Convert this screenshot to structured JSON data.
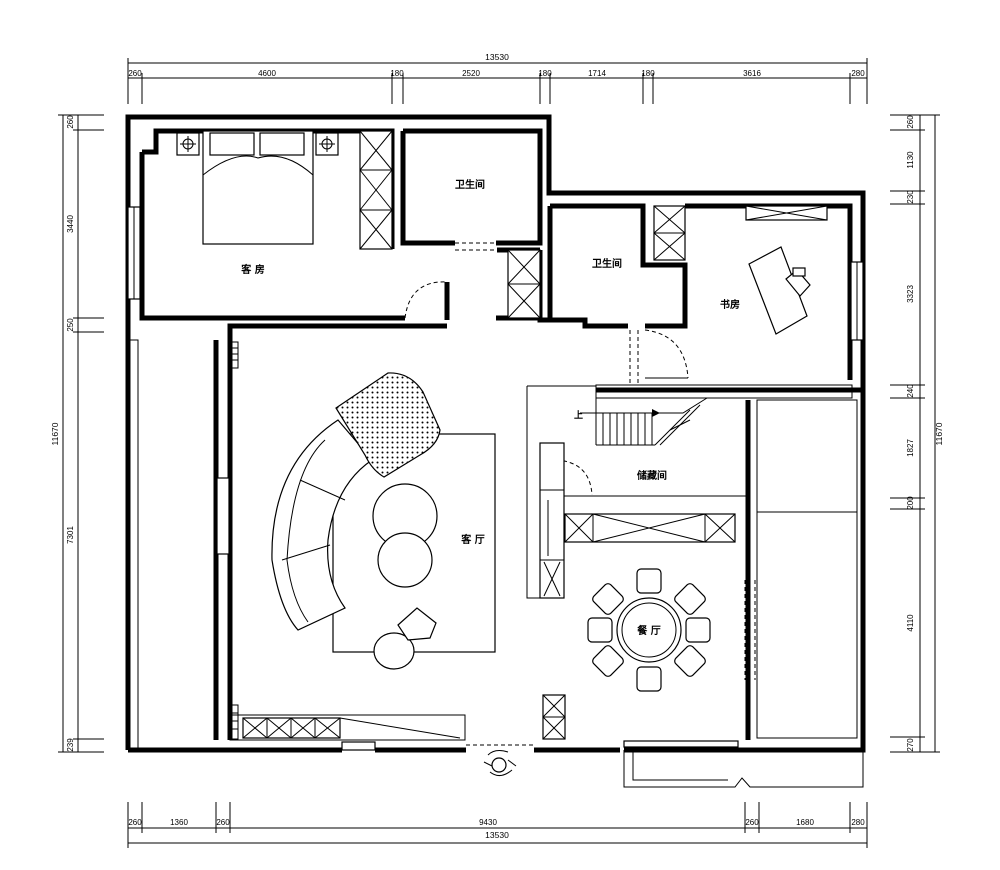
{
  "dimensions": {
    "top_total": "13530",
    "top_segments": [
      "260",
      "4600",
      "180",
      "2520",
      "180",
      "1714",
      "180",
      "3616",
      "280"
    ],
    "bottom_total": "13530",
    "bottom_segments": [
      "260",
      "1360",
      "260",
      "9430",
      "260",
      "1680",
      "280"
    ],
    "left_total": "11670",
    "left_segments": [
      "260",
      "3440",
      "250",
      "7301",
      "239"
    ],
    "right_total": "11670",
    "right_segments": [
      "260",
      "1130",
      "230",
      "3323",
      "240",
      "1827",
      "200",
      "4110",
      "270"
    ]
  },
  "rooms": {
    "guest_bedroom": "客 房",
    "bathroom_1": "卫生间",
    "bathroom_2": "卫生间",
    "study": "书房",
    "storage": "储藏间",
    "living_room": "客 厅",
    "dining_room": "餐 厅",
    "stair_up": "上"
  }
}
